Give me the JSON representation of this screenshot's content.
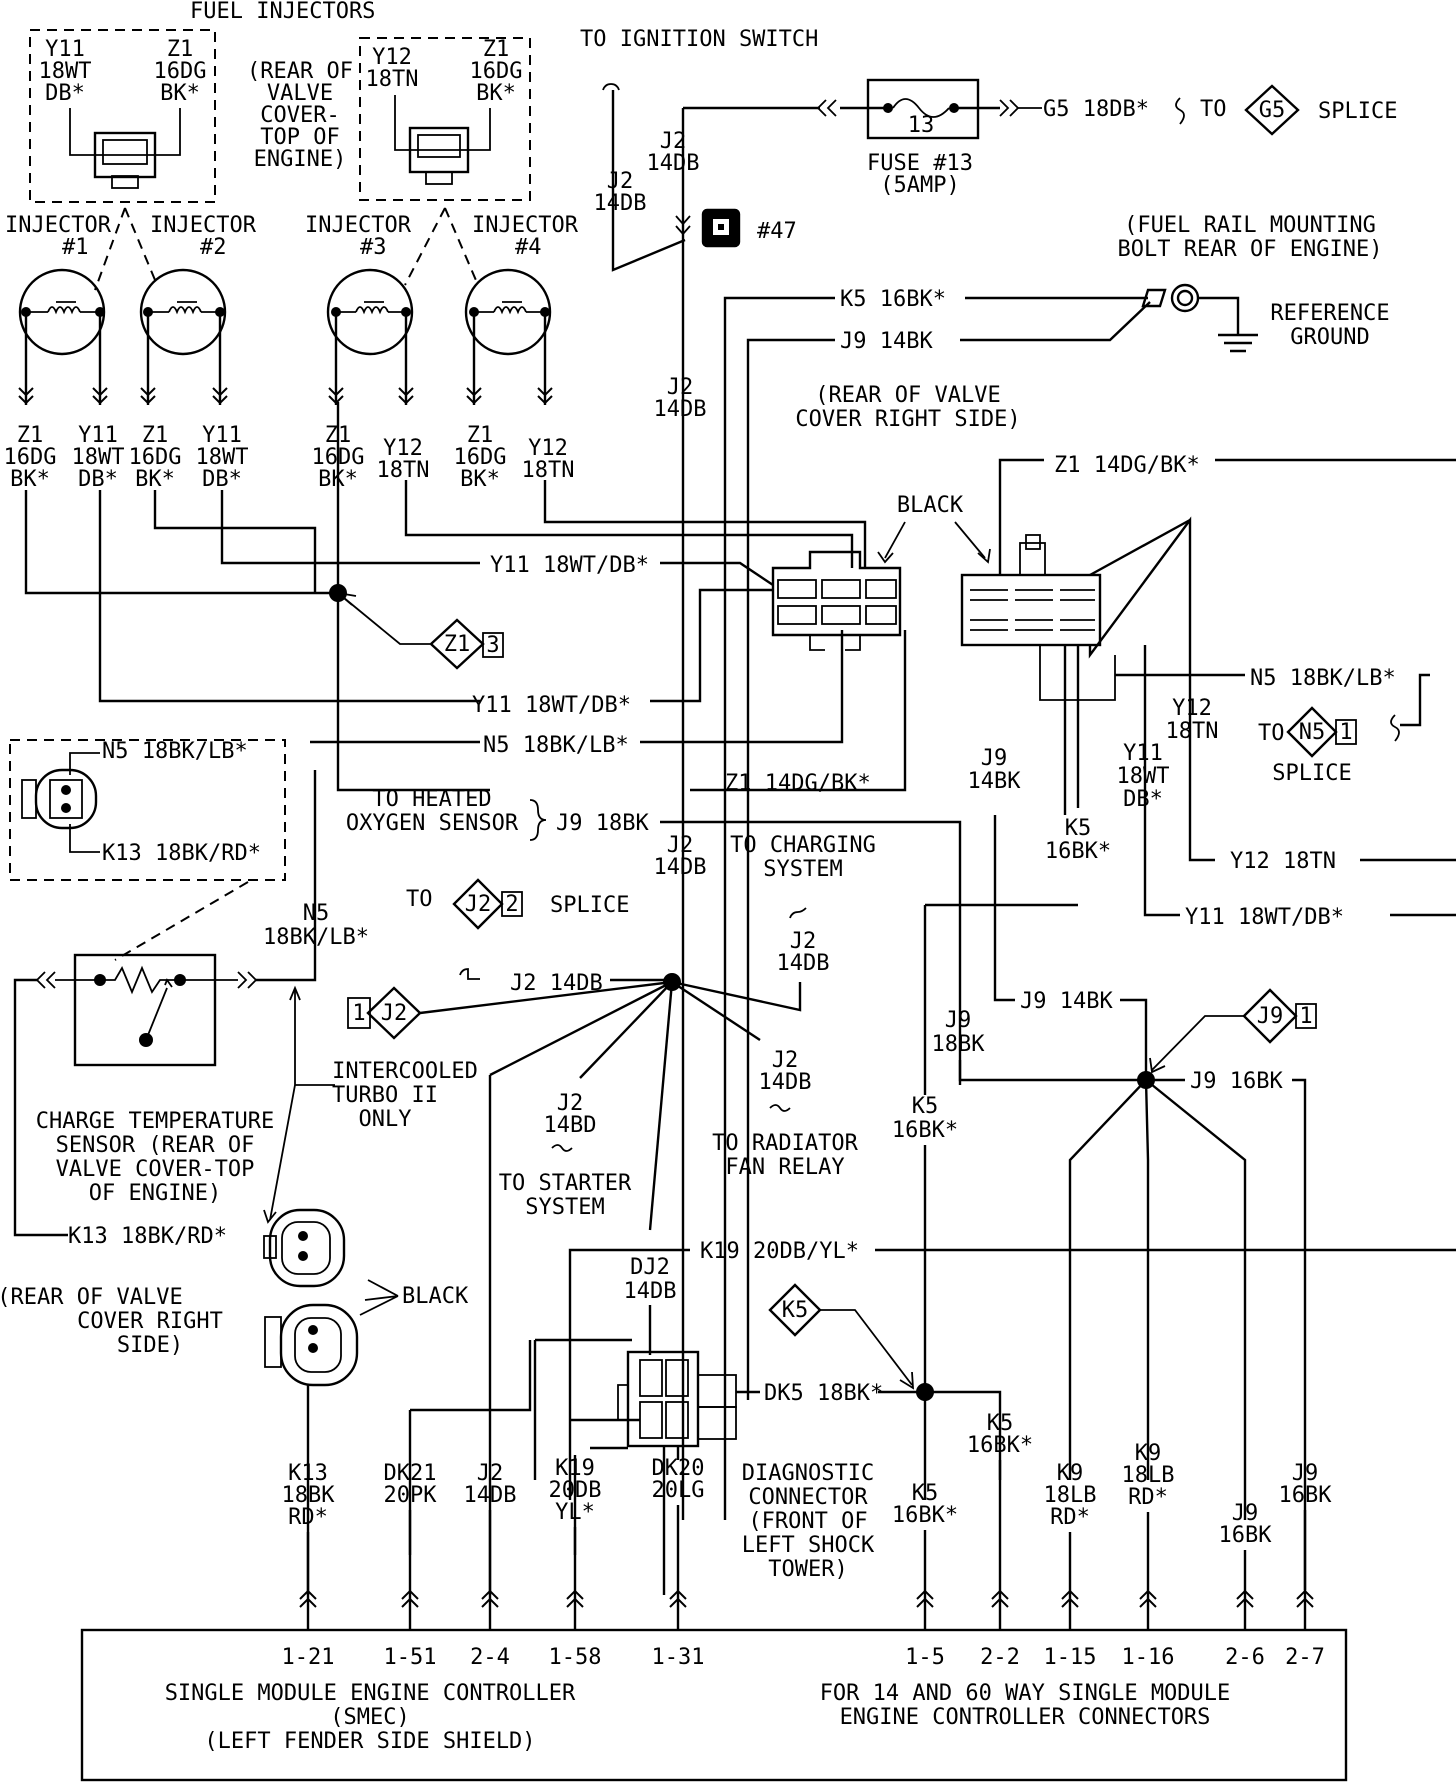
{
  "fuel_injectors": {
    "title": "FUEL INJECTORS",
    "conn12_y11": [
      "Y11",
      "18WT",
      "DB*"
    ],
    "conn12_z1": [
      "Z1",
      "16DG",
      "BK*"
    ],
    "conn34_y12": [
      "Y12",
      "18TN"
    ],
    "conn34_z1": [
      "Z1",
      "16DG",
      "BK*"
    ],
    "location_note": [
      "(REAR OF",
      "VALVE",
      "COVER-",
      "TOP OF",
      "ENGINE)"
    ],
    "inj1": [
      "INJECTOR",
      "#1"
    ],
    "inj2": "INJECTOR",
    "inj2_num": "#2",
    "inj3": [
      "INJECTOR",
      "#3"
    ],
    "inj4": "INJECTOR",
    "inj4_num": "#4",
    "wires": [
      [
        "Z1",
        "16DG",
        "BK*"
      ],
      [
        "Y11",
        "18WT",
        "DB*"
      ],
      [
        "Z1",
        "16DG",
        "BK*"
      ],
      [
        "Y11",
        "18WT",
        "DB*"
      ],
      [
        "Z1",
        "16DG",
        "BK*"
      ],
      [
        "Y12",
        "18TN"
      ],
      [
        "Z1",
        "16DG",
        "BK*"
      ],
      [
        "Y12",
        "18TN"
      ]
    ]
  },
  "ignition": {
    "to_ignition": "TO IGNITION SWITCH",
    "fuse_label": [
      "FUSE #13",
      "(5AMP)"
    ],
    "fuse_num": "13",
    "g5_wire": "G5 18DB*",
    "to": "TO",
    "g5_splice": "G5",
    "splice": "SPLICE",
    "j2_a": [
      "J2",
      "14DB"
    ],
    "j2_b": [
      "J2",
      "14DB"
    ],
    "connector_num": "#47",
    "j2_c": [
      "J2",
      "14DB"
    ]
  },
  "ground": {
    "mount_note": [
      "(FUEL RAIL MOUNTING",
      "BOLT REAR OF ENGINE)"
    ],
    "reference": [
      "REFERENCE",
      "GROUND"
    ],
    "k5_wire": "K5 16BK*",
    "j9_wire": "J9 14BK"
  },
  "mid_connectors": {
    "rear_valve": [
      "(REAR OF VALVE",
      "COVER RIGHT SIDE)"
    ],
    "black": "BLACK",
    "z1_top": "Z1 14DG/BK*",
    "y11_a": "Y11 18WT/DB*",
    "z1_splice": "Z1",
    "z1_splice_num": "3",
    "y11_b": "Y11 18WT/DB*",
    "n5_a": "N5 18BK/LB*",
    "z1_b": "Z1 14DG/BK*",
    "n5_right": "N5 18BK/LB*",
    "to": "TO",
    "n5_splice": "N5",
    "n5_splice_num": "1",
    "splice": "SPLICE",
    "y12_right": [
      "Y12",
      "18TN"
    ],
    "y11_right": [
      "Y11",
      "18WT",
      "DB*"
    ],
    "j9_right": [
      "J9",
      "14BK"
    ],
    "k5_right": [
      "K5",
      "16BK*"
    ],
    "y12_far": "Y12 18TN",
    "y11_far": "Y11 18WT/DB*"
  },
  "sensors": {
    "hos_note": [
      "TO HEATED",
      "OXYGEN SENSOR"
    ],
    "j9_hos": "J9 18BK",
    "n5_box": "N5 18BK/LB*",
    "k13_box": "K13 18BK/RD*",
    "n5_lead": [
      "N5",
      "18BK/LB*"
    ],
    "to": "TO",
    "j2_splice": "J2",
    "j2_splice_num": "2",
    "splice": "SPLICE",
    "intercooled": [
      "INTERCOOLED",
      "TURBO II",
      "ONLY"
    ],
    "cts_note": [
      "CHARGE TEMPERATURE",
      "SENSOR (REAR OF",
      "VALVE COVER-TOP",
      "OF ENGINE)"
    ],
    "k13_wire": "K13 18BK/RD*",
    "rear_note": [
      "(REAR OF VALVE",
      "COVER RIGHT",
      "SIDE)"
    ],
    "black": "BLACK"
  },
  "j2_hub": {
    "j2_d": [
      "J2",
      "14DB"
    ],
    "to_charging": [
      "TO CHARGING",
      "SYSTEM"
    ],
    "charging_j2": [
      "J2",
      "14DB"
    ],
    "j2_left": "J2 14DB",
    "j2_splice_1": "J2",
    "j2_splice_1_num": "1",
    "starter_j2": [
      "J2",
      "14BD"
    ],
    "to_starter": [
      "TO STARTER",
      "SYSTEM"
    ],
    "fan_j2": [
      "J2",
      "14DB"
    ],
    "to_fan": [
      "TO RADIATOR",
      "FAN RELAY"
    ]
  },
  "diagnostic": {
    "k19": "K19 20DB/YL*",
    "dj2": [
      "DJ2",
      "14DB"
    ],
    "dk5": "DK5 18BK*",
    "k5_splice": "K5",
    "note": [
      "DIAGNOSTIC",
      "CONNECTOR",
      "(FRONT OF",
      "LEFT SHOCK",
      "TOWER)"
    ]
  },
  "j9_hub": {
    "j9_14bk": "J9 14BK",
    "j9_18bk": [
      "J9",
      "18BK"
    ],
    "j9_16bk": "J9 16BK",
    "j9_splice": "J9",
    "j9_splice_num": "1",
    "k5": [
      "K5",
      "16BK*"
    ]
  },
  "bottom_wires": [
    [
      "K13",
      "18BK",
      "RD*"
    ],
    [
      "DK21",
      "20PK"
    ],
    [
      "J2",
      "14DB"
    ],
    [
      "K19",
      "20DB",
      "YL*"
    ],
    [
      "DK20",
      "20LG"
    ],
    [
      "K5",
      "16BK*"
    ],
    [
      "K5",
      "16BK*"
    ],
    [
      "K9",
      "18LB",
      "RD*"
    ],
    [
      "K9",
      "18LB",
      "RD*"
    ],
    [
      "J9",
      "16BK"
    ],
    [
      "J9",
      "16BK"
    ]
  ],
  "pins": [
    "1-21",
    "1-51",
    "2-4",
    "1-58",
    "1-31",
    "1-5",
    "2-2",
    "1-15",
    "1-16",
    "2-6",
    "2-7"
  ],
  "smec": {
    "title": [
      "SINGLE MODULE ENGINE CONTROLLER",
      "(SMEC)",
      "(LEFT FENDER SIDE SHIELD)"
    ],
    "note": [
      "FOR 14 AND 60 WAY SINGLE MODULE",
      "ENGINE CONTROLLER CONNECTORS"
    ]
  }
}
